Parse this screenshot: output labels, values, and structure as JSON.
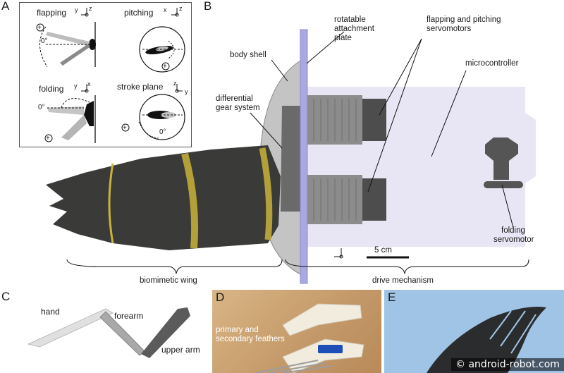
{
  "panels": {
    "A": {
      "letter": "A",
      "flapping": {
        "title": "flapping",
        "angle": "0°",
        "sign": "+"
      },
      "pitching": {
        "title": "pitching",
        "sign": "+"
      },
      "folding": {
        "title": "folding",
        "angle": "0°",
        "sign": "+"
      },
      "stroke_plane": {
        "title": "stroke plane",
        "angle": "0°",
        "sign": "+"
      },
      "axes": {
        "x": "x",
        "y": "y",
        "z": "z"
      }
    },
    "B": {
      "letter": "B",
      "labels": {
        "rotatable_1": "rotatable",
        "rotatable_2": "attachment",
        "rotatable_3": "plate",
        "servos_1": "flapping and pitching",
        "servos_2": "servomotors",
        "body_shell": "body shell",
        "microcontroller": "microcontroller",
        "diff_1": "differential",
        "diff_2": "gear system",
        "folding_1": "folding",
        "folding_2": "servomotor",
        "scale": "5 cm",
        "biomimetic_wing": "biomimetic wing",
        "drive_mechanism": "drive mechanism"
      }
    },
    "C": {
      "letter": "C",
      "hand": "hand",
      "forearm": "forearm",
      "upper_arm": "upper arm"
    },
    "D": {
      "letter": "D",
      "feathers_1": "primary and",
      "feathers_2": "secondary feathers"
    },
    "E": {
      "letter": "E"
    }
  },
  "watermark": "© android-robot.com",
  "colors": {
    "wing_dark": "#3a3b38",
    "wing_band": "#c9b33a",
    "plate": "#a9a9e0",
    "drive_bg": "#e8e6f4",
    "motor": "#8c8c8c",
    "sky": "#9fc4e6",
    "table": "#c9a070"
  }
}
